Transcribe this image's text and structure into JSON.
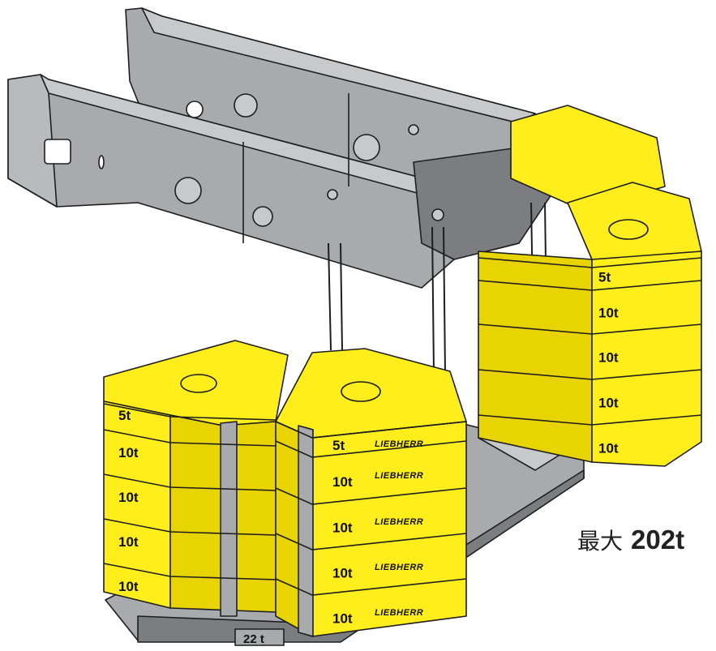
{
  "colors": {
    "counterweight": "#ffed1c",
    "counterweight_side": "#e8d400",
    "frame": "#a9aaad",
    "frame_dark": "#7c7d80",
    "frame_light": "#c8c9cb",
    "outline": "#1e1e1e"
  },
  "front_left_stack": {
    "slabs": [
      "5t",
      "10t",
      "10t",
      "10t",
      "10t"
    ]
  },
  "front_right_stack": {
    "slabs": [
      "5t",
      "10t",
      "10t",
      "10t",
      "10t"
    ],
    "brand": "LIEBHERR"
  },
  "rear_stack": {
    "slabs": [
      "5t",
      "10t",
      "10t",
      "10t",
      "10t"
    ]
  },
  "base_plate": {
    "label": "22 t"
  },
  "caption": {
    "prefix": "最大",
    "value": "202t"
  }
}
